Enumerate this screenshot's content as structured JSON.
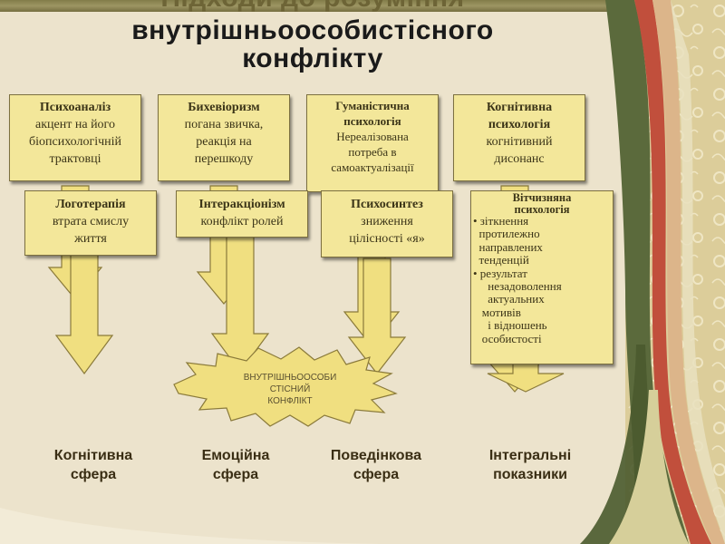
{
  "title": {
    "line0": "Підходи до розуміння",
    "line1": "внутрішньоособистісного",
    "line2": "конфлікту"
  },
  "top_boxes": [
    {
      "head": "Психоаналіз",
      "lines": [
        "акцент на його",
        "біопсихологічній",
        "трактовці"
      ]
    },
    {
      "head": "Бихевіоризм",
      "lines": [
        "погана звичка,",
        "реакція на",
        "перешкоду"
      ]
    },
    {
      "head": "Гуманістична",
      "lines": [
        "психологія",
        "Нереалізована",
        "потреба в",
        "самоактуалізації"
      ]
    },
    {
      "head": "Когнітивна",
      "lines": [
        "психологія",
        "когнітивний",
        "дисонанс"
      ]
    }
  ],
  "mid_boxes": [
    {
      "head": "Логотерапія",
      "lines": [
        "втрата смислу",
        "життя"
      ]
    },
    {
      "head": "Інтеракціонізм",
      "lines": [
        "конфлікт ролей"
      ]
    },
    {
      "head": "Психосинтез",
      "lines": [
        "зниження",
        "цілісності «я»"
      ]
    }
  ],
  "integral_box": {
    "head1": "Вітчизняна",
    "head2": "психологія",
    "lines": [
      "• зіткнення",
      "  протилежно",
      "  направлених",
      "  тенденцій",
      "• результат",
      "     незадоволення",
      "     актуальних",
      "   мотивів",
      "     і відношень",
      "   особистості"
    ]
  },
  "center_star": {
    "line1": "ВНУТРІШНЬООСОБИ",
    "line2": "СТІСНИЙ",
    "line3": "КОНФЛІКТ"
  },
  "spheres": [
    {
      "line1": "Когнітивна",
      "line2": "сфера"
    },
    {
      "line1": "Емоційна",
      "line2": "сфера"
    },
    {
      "line1": "Поведінкова",
      "line2": "сфера"
    },
    {
      "line1": "Інтегральні",
      "line2": "показники"
    }
  ],
  "colors": {
    "background": "#ece3cc",
    "box_fill": "#f3e79a",
    "arrow_fill": "#f0df80",
    "arrow_stroke": "#8a7a3a",
    "text": "#3c3518"
  }
}
